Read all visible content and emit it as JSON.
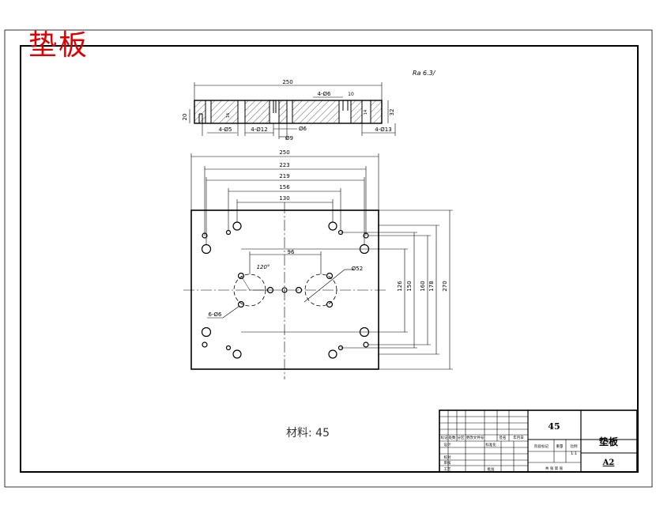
{
  "drawing": {
    "title": "垫板",
    "material_note": "材料: 45",
    "roughness_note": "Ra 6.3/"
  },
  "section_view": {
    "dims": {
      "overall_width": "250",
      "holes_4_d6": "4-Ø6",
      "slot_width": "10",
      "height_20": "20",
      "height_32": "32",
      "holes_4_d5": "4-Ø5",
      "holes_4_d12": "4-Ø12",
      "d6": "Ø6",
      "d9": "Ø9",
      "holes_4_d13": "4-Ø13",
      "depth_16": "16",
      "depth_14": "14"
    }
  },
  "plan_view": {
    "dims": {
      "w250": "250",
      "w223": "223",
      "w219": "219",
      "w156": "156",
      "w130": "130",
      "w96": "96",
      "angle": "120°",
      "d52": "Ø52",
      "holes_6_d6": "6-Ø6",
      "h126": "126",
      "h150": "150",
      "h160": "160",
      "h178": "178",
      "h270": "270"
    }
  },
  "title_block": {
    "material": "45",
    "part_name": "垫板",
    "sheet_size": "A2",
    "scale": "1:1",
    "rev_labels": [
      "标记",
      "处数",
      "分区",
      "更改文件号",
      "签名",
      "年月日"
    ],
    "role_labels": [
      "设计",
      "校对",
      "审核",
      "工艺"
    ],
    "std_label": "标准化",
    "approve_label": "批准",
    "stage_labels": [
      "阶段标记",
      "重量",
      "比例"
    ],
    "sheet_note": "共 张 第 张"
  }
}
